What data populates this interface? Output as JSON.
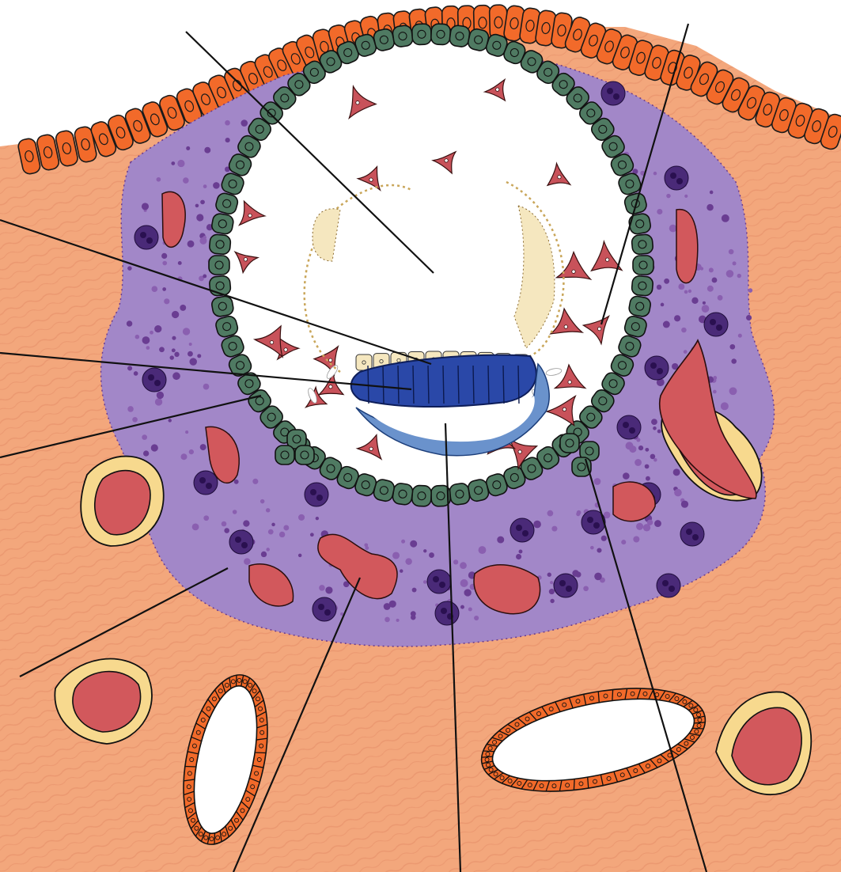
{
  "diagram": {
    "labels": [],
    "colors": {
      "background": "#f3a77c",
      "background_texture": "#e8956a",
      "decidua": "#9f86c6",
      "decidua_dots": "#7a4f9c",
      "nuclei_dark": "#3e2060",
      "uterine_epithelium": "#f26a2a",
      "cytotrophoblast": "#4f7a62",
      "cytotrophoblast_nucleus": "#2f5a44",
      "mesoderm_cells": "#c8525a",
      "blood_vessel": "#d2585c",
      "vessel_wall": "#f7d98e",
      "amnion": "#f5e7bf",
      "epiblast": "#2340a0",
      "hypoblast": "#5a86c4",
      "lumen": "#ffffff",
      "leader_line": "#111111"
    },
    "structures": [
      "uterine-epithelium",
      "decidua",
      "cytotrophoblast",
      "extraembryonic-mesoderm",
      "chorionic-cavity",
      "amnion",
      "amniotic-cavity",
      "epiblast",
      "hypoblast",
      "yolk-sac",
      "uterine-gland",
      "maternal-blood-vessel"
    ]
  }
}
